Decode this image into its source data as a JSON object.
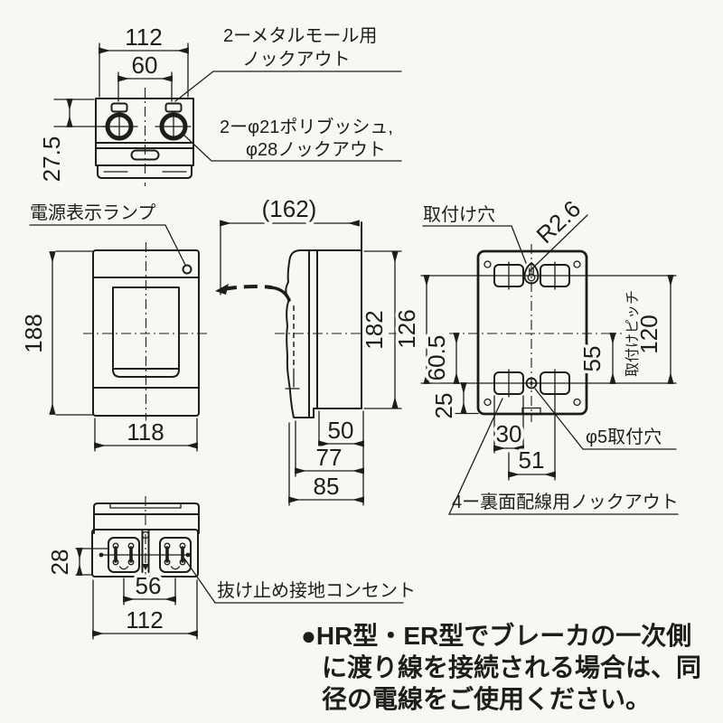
{
  "colors": {
    "ink": "#1d1d1b",
    "paper": "#f8f7f4"
  },
  "drawing": {
    "top_view": {
      "dim_width": "112",
      "dim_knockout_pitch": "60",
      "dim_hole_offset": "27.5",
      "label_metal_mold_line1": "2ーメタルモール用",
      "label_metal_mold_line2": "ノックアウト",
      "label_bush_line1": "2ーφ21ポリブッシュ,",
      "label_bush_line2": "φ28ノックアウト"
    },
    "front_view": {
      "label_power_lamp": "電源表示ランプ",
      "dim_height": "188",
      "dim_width": "118"
    },
    "side_view": {
      "dim_total_depth": "(162)",
      "dim_height": "182",
      "dim_depth_a": "50",
      "dim_depth_b": "77",
      "dim_depth_c": "85"
    },
    "back_view": {
      "label_mounting_hole": "取付け穴",
      "dim_radius": "R2.6",
      "dim_knockout_span": "126",
      "dim_center_to_knockout": "60.5",
      "dim_knockout_to_edge": "25",
      "dim_knockout_width": "30",
      "dim_knockout_pitch": "51",
      "dim_right_offset": "55",
      "label_pitch": "取付けピッチ",
      "dim_mounting_pitch": "120",
      "label_phi5_hole": "φ5取付穴",
      "label_rear_knockout": "4ー裏面配線用ノックアウト"
    },
    "bottom_view": {
      "dim_outlet_height": "28",
      "dim_outlet_pitch": "56",
      "dim_width": "112",
      "label_outlet": "抜け止め接地コンセント"
    },
    "note": {
      "line1": "●HR型・ER型でブレーカの一次側",
      "line2": "に渡り線を接続される場合は、同",
      "line3": "径の電線をご使用ください。"
    }
  }
}
